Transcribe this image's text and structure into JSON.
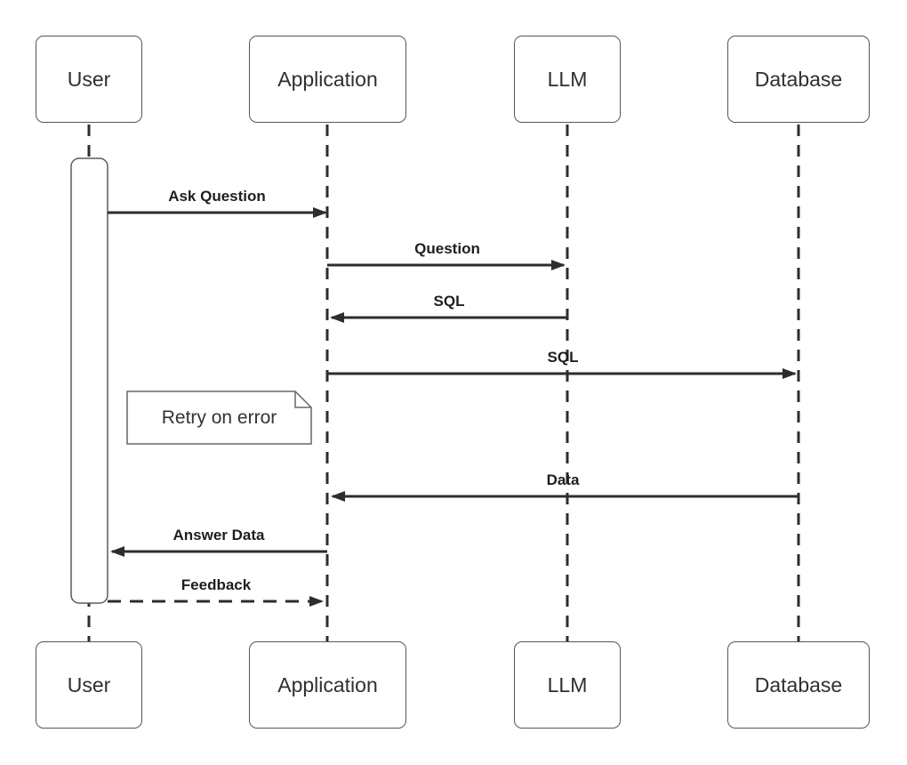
{
  "diagram": {
    "kind": "uml-sequence-diagram"
  },
  "participants": [
    {
      "id": "user",
      "label": "User"
    },
    {
      "id": "application",
      "label": "Application"
    },
    {
      "id": "llm",
      "label": "LLM"
    },
    {
      "id": "database",
      "label": "Database"
    }
  ],
  "messages": [
    {
      "label": "Ask Question",
      "from": "User",
      "to": "Application",
      "line": "solid"
    },
    {
      "label": "Question",
      "from": "Application",
      "to": "LLM",
      "line": "solid"
    },
    {
      "label": "SQL",
      "from": "LLM",
      "to": "Application",
      "line": "solid"
    },
    {
      "label": "SQL",
      "from": "Application",
      "to": "Database",
      "line": "solid"
    },
    {
      "label": "Data",
      "from": "Database",
      "to": "Application",
      "line": "solid"
    },
    {
      "label": "Answer Data",
      "from": "Application",
      "to": "User",
      "line": "solid"
    },
    {
      "label": "Feedback",
      "from": "User",
      "to": "Application",
      "line": "dashed"
    }
  ],
  "note": {
    "label": "Retry on error"
  },
  "colors": {
    "line": "#2d2d2d",
    "box_border": "#565656",
    "note_border": "#666666",
    "text": "#2f2f2f",
    "background": "#ffffff"
  }
}
